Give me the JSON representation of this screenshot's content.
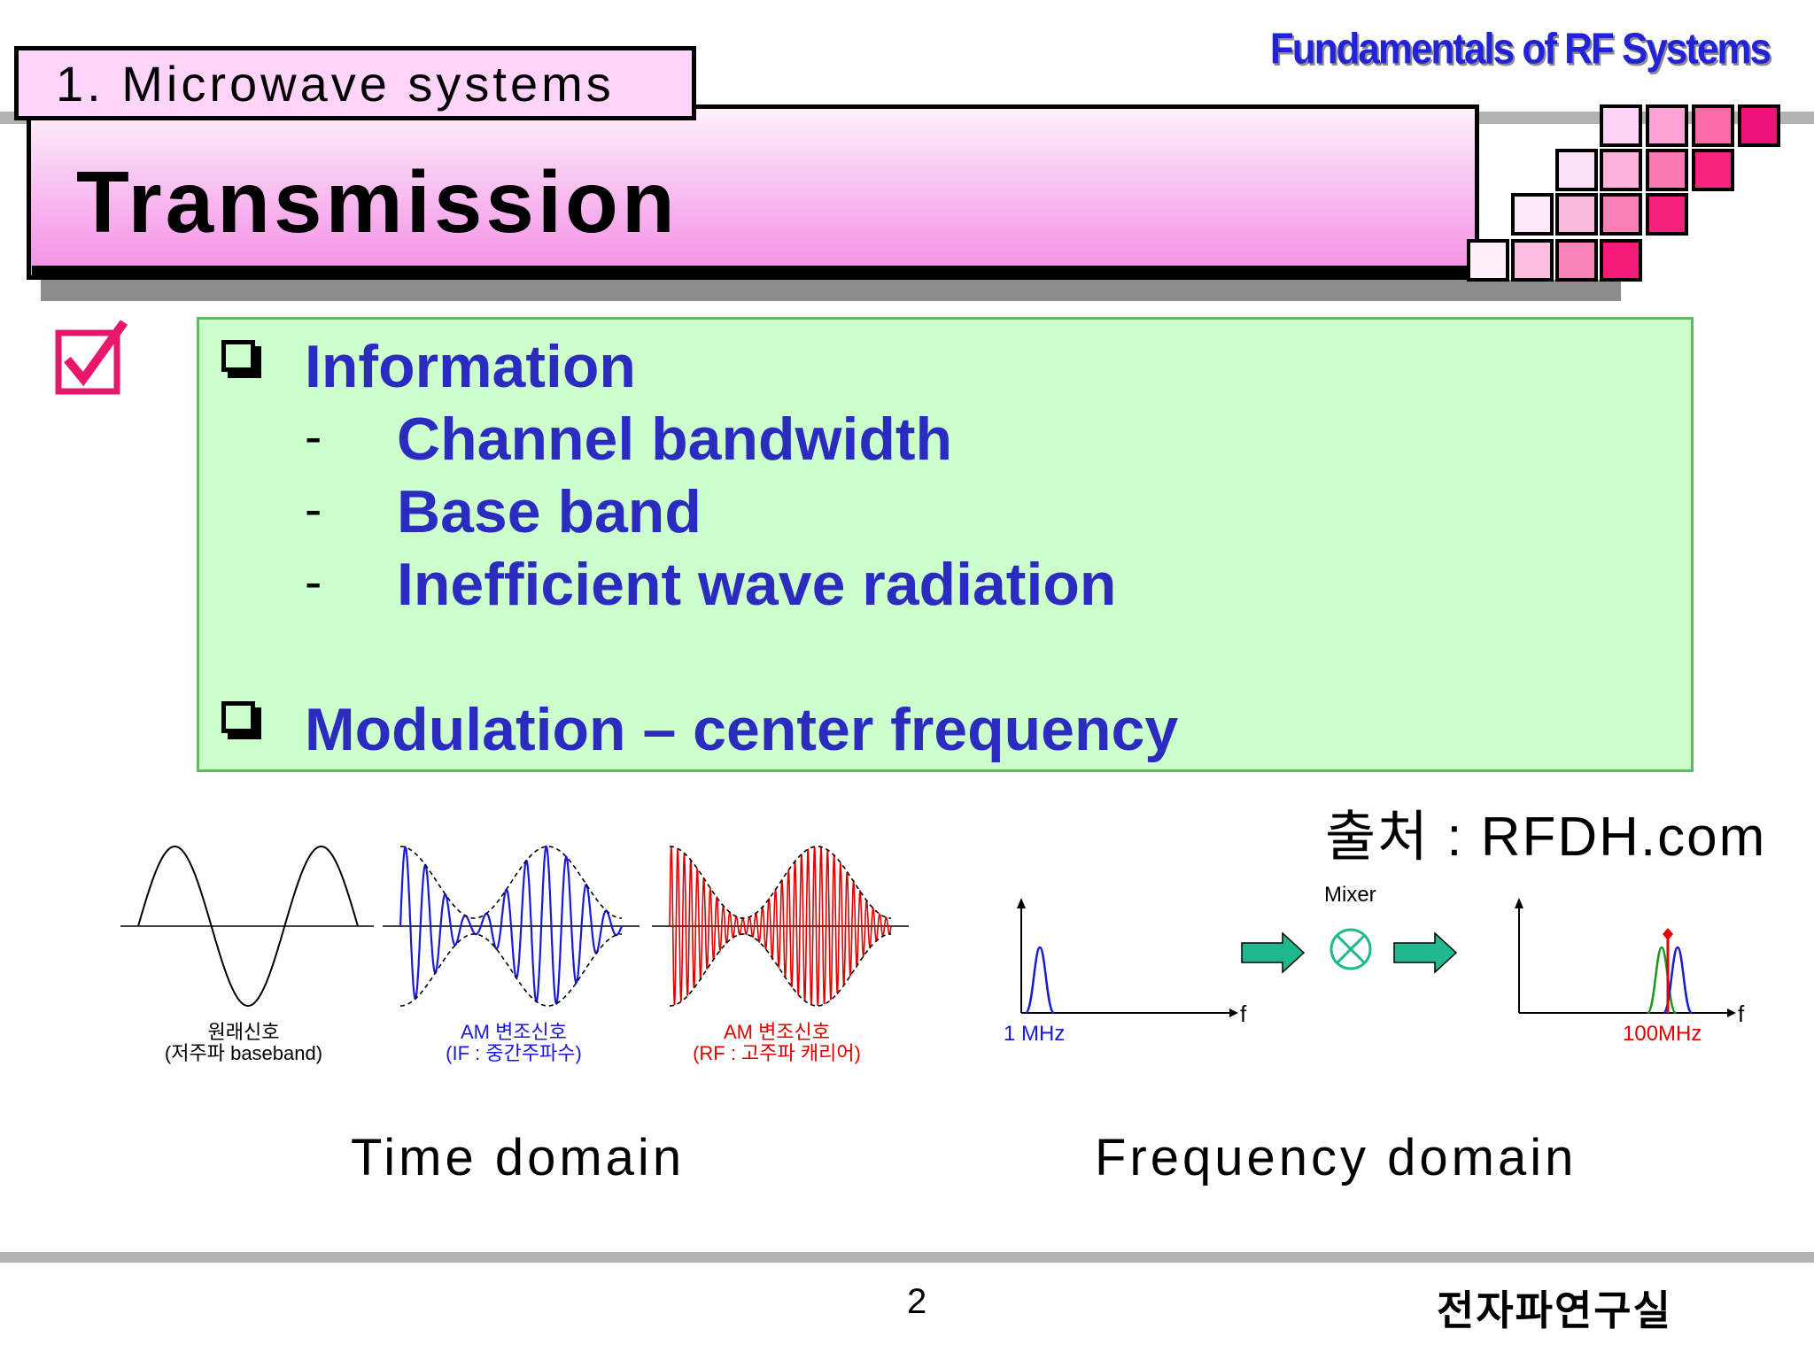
{
  "header": {
    "section_label": "1. Microwave systems",
    "slide_title": "Transmission",
    "brand_title": "Fundamentals of RF Systems"
  },
  "content": {
    "bullet1": {
      "title": "Information",
      "items": [
        "Channel bandwidth",
        "Base band",
        "Inefficient wave radiation"
      ]
    },
    "bullet2": {
      "title": "Modulation – center frequency"
    },
    "dash": "-"
  },
  "source_credit": "출처 : RFDH.com",
  "time_domain": {
    "label": "Time domain",
    "signals": [
      {
        "line1": "원래신호",
        "line2": "(저주파 baseband)",
        "color": "#000000"
      },
      {
        "line1": "AM 변조신호",
        "line2": "(IF : 중간주파수)",
        "color": "#1a1ad6"
      },
      {
        "line1": "AM 변조신호",
        "line2": "(RF : 고주파 캐리어)",
        "color": "#e00000"
      }
    ]
  },
  "frequency_domain": {
    "label": "Frequency domain",
    "mixer_label": "Mixer",
    "input_freq": "1 MHz",
    "output_freq": "100MHz",
    "axis_label": "f"
  },
  "footer": {
    "page_number": "2",
    "lab_name": "전자파연구실"
  },
  "colors": {
    "text_blue": "#2b2bc0",
    "box_green": "#ccffcc",
    "header_pink": "#f7b9ef",
    "accent_pink": "#e8176a",
    "arrow_green": "#1fb88f"
  }
}
